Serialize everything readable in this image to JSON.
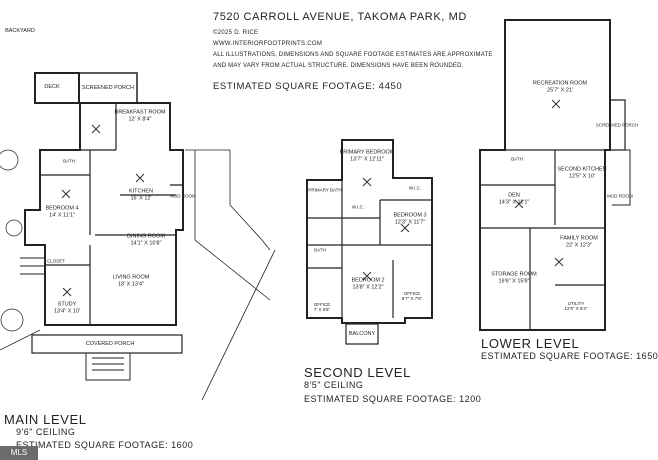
{
  "header": {
    "address": "7520 CARROLL AVENUE, TAKOMA PARK, MD",
    "copyright": "©2025 D. RICE",
    "website": "WWW.INTERIORFOOTPRINTS.COM",
    "disclaimer_1": "ALL ILLUSTRATIONS, DIMENSIONS AND SQUARE FOOTAGE ESTIMATES ARE APPROXIMATE",
    "disclaimer_2": "AND MAY VARY FROM ACTUAL STRUCTURE. DIMENSIONS HAVE BEEN ROUNDED.",
    "total": "ESTIMATED SQUARE FOOTAGE: 4450"
  },
  "main_level": {
    "title": "MAIN LEVEL",
    "ceiling": "9'6\" CEILING",
    "sqft": "ESTIMATED SQUARE FOOTAGE: 1600",
    "rooms": {
      "backyard": "BACKYARD",
      "deck": "DECK",
      "screened_porch": "SCREENED PORCH",
      "breakfast_room": "BREAKFAST ROOM",
      "breakfast_dim": "12' X 8'4\"",
      "bath": "BATH",
      "kitchen": "KITCHEN",
      "kitchen_dim": "16' X 12'",
      "mud_room": "MUD ROOM",
      "bedroom4": "BEDROOM 4",
      "bedroom4_dim": "14' X 11'1\"",
      "dining_room": "DINING ROOM",
      "dining_dim": "14'1\" X 10'8\"",
      "closet": "CLOSET",
      "living_room": "LIVING ROOM",
      "living_dim": "18' X 13'4\"",
      "study": "STUDY",
      "study_dim": "13'4\" X 10'",
      "covered_porch": "COVERED PORCH"
    }
  },
  "second_level": {
    "title": "SECOND LEVEL",
    "ceiling": "8'5\" CEILING",
    "sqft": "ESTIMATED SQUARE FOOTAGE: 1200",
    "rooms": {
      "primary_bedroom": "PRIMARY BEDROOM",
      "primary_dim": "13'7\" X 12'11\"",
      "primary_bath": "PRIMARY BATH",
      "wic": "W.I.C.",
      "wic2": "W.I.C.",
      "bedroom3": "BEDROOM 3",
      "bedroom3_dim": "12'3\" X 11'7\"",
      "bath": "BATH",
      "bedroom2": "BEDROOM 2",
      "bedroom2_dim": "13'8\" X 12'2\"",
      "office1": "OFFICE",
      "office1_dim": "7' X 5'6\"",
      "office2": "OFFICE",
      "office2_dim": "9'7\" X 7'6\"",
      "balcony": "BALCONY"
    }
  },
  "lower_level": {
    "title": "LOWER LEVEL",
    "sqft": "ESTIMATED SQUARE FOOTAGE: 1650",
    "rooms": {
      "recreation_room": "RECREATION ROOM",
      "recreation_dim": "25'7\" X 21'",
      "screened_porch": "SCREENED PORCH",
      "bath": "BATH",
      "second_kitchen": "SECOND KITCHEN",
      "second_kitchen_dim": "12'5\" X 10'",
      "mud_room": "MUD ROOM",
      "den": "DEN",
      "den_dim": "14'3\" X 11'1\"",
      "family_room": "FAMILY ROOM",
      "family_dim": "22' X 12'3\"",
      "storage_room": "STORAGE ROOM",
      "storage_dim": "19'6\" X 15'8\"",
      "utility": "UTILITY",
      "utility_dim": "12'9\" X 8'4\""
    }
  },
  "badge": "MLS"
}
